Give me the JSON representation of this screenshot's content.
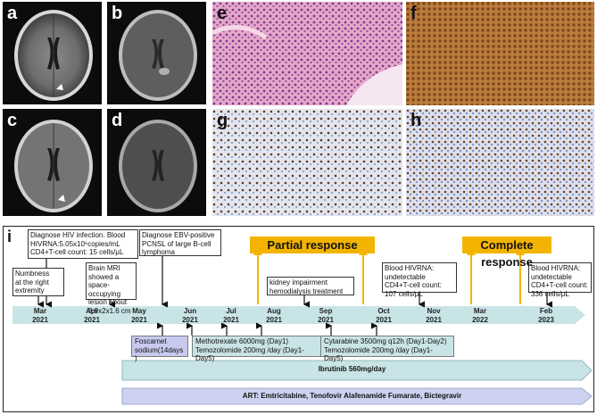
{
  "panels": {
    "a": "a",
    "b": "b",
    "c": "c",
    "d": "d",
    "e": "e",
    "f": "f",
    "g": "g",
    "h": "h"
  },
  "timeline": {
    "label": "i",
    "months": [
      {
        "m": "Mar",
        "y": "2021"
      },
      {
        "m": "Apr",
        "y": "2021"
      },
      {
        "m": "May",
        "y": "2021"
      },
      {
        "m": "Jun",
        "y": "2021"
      },
      {
        "m": "Jul",
        "y": "2021"
      },
      {
        "m": "Aug",
        "y": "2021"
      },
      {
        "m": "Sep",
        "y": "2021"
      },
      {
        "m": "Oct",
        "y": "2021"
      },
      {
        "m": "Nov",
        "y": "2021"
      },
      {
        "m": "Mar",
        "y": "2022"
      },
      {
        "m": "Feb",
        "y": "2023"
      }
    ],
    "events": {
      "numbness": [
        "Numbness",
        "at the right",
        "extremity"
      ],
      "hiv": [
        "Diagnose HIV infection. Blood",
        "HIVRNA:5.05x10⁶copies/mL",
        "CD4+T-cell count: 15 cells/μL"
      ],
      "mri": [
        "Brain MRI showed a",
        "space-occupying",
        "lesion about",
        "3.9x2x1.6 cm"
      ],
      "pcnsl": [
        "Diagnose EBV-positive",
        "PCNSL of large B-cell",
        "lymphoma"
      ],
      "kidney": [
        "kidney impairment",
        "hemodialysis treatment"
      ],
      "blood_nov": [
        "Blood HIVRNA:",
        "undetectable",
        "CD4+T-cell count:",
        "107 cells/μL"
      ],
      "blood_feb": [
        "Blood HIVRNA:",
        "undetectable",
        "CD4+T-cell count:",
        "336 cells/μL"
      ]
    },
    "responses": {
      "partial": "Partial response",
      "complete": "Complete response"
    },
    "treatments": {
      "foscarnet": [
        "Foscarnet",
        "sodium(14days )"
      ],
      "mtx": [
        "Methotrexate 6000mg (Day1)",
        "Temozolomide 200mg /day (Day1-Day5)"
      ],
      "cytarabine": [
        "Cytarabine 3500mg q12h (Day1-Day2)",
        "Temozolomide 200mg /day (Day1-Day5)"
      ],
      "ibrutinib": "Ibrutinib 560mg/day",
      "art": "ART: Emtricitabine, Tenofovir Alafenamide Fumarate, Bictegravir"
    },
    "colors": {
      "timeline_bar": "#c9e4e6",
      "response": "#f2b400",
      "foscarnet": "#c7c9ef",
      "chemo": "#c9e4e6",
      "ibrutinib": "#c9e4e6",
      "art": "#cdd2f0"
    }
  }
}
